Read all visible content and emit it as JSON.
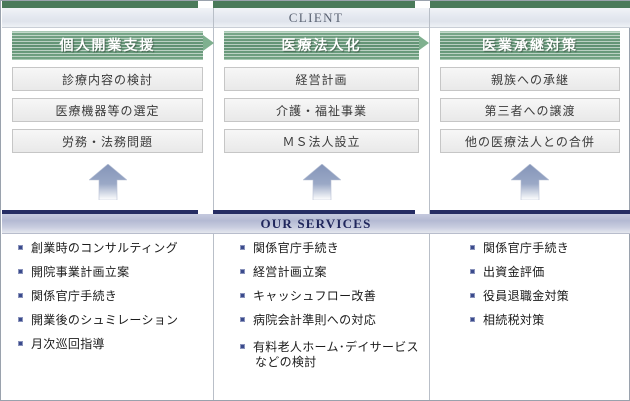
{
  "bands": {
    "client_label": "CLIENT",
    "services_label": "OUR SERVICES"
  },
  "colors": {
    "header_green": "#5f9072",
    "top_bar_green": "#4a7a5a",
    "navy": "#262d63",
    "bullet_navy": "#3a4a8c",
    "arrow_blue": "#7f90b5",
    "box_grey": "#efefef"
  },
  "icons": {
    "chevron_right": "chevron-right-icon",
    "up_arrow": "up-arrow-icon",
    "bullet": "square-bullet-icon"
  },
  "columns": [
    {
      "header": "個人開業支援",
      "items": [
        "診療内容の検討",
        "医療機器等の選定",
        "労務・法務問題"
      ],
      "services": [
        {
          "line1": "創業時のコンサルティング",
          "line2": ""
        },
        {
          "line1": "開院事業計画立案",
          "line2": ""
        },
        {
          "line1": "関係官庁手続き",
          "line2": ""
        },
        {
          "line1": "開業後のシュミレーション",
          "line2": ""
        },
        {
          "line1": "月次巡回指導",
          "line2": ""
        }
      ]
    },
    {
      "header": "医療法人化",
      "items": [
        "経営計画",
        "介護・福祉事業",
        "ＭＳ法人設立"
      ],
      "services": [
        {
          "line1": "関係官庁手続き",
          "line2": ""
        },
        {
          "line1": "経営計画立案",
          "line2": ""
        },
        {
          "line1": "キャッシュフロー改善",
          "line2": ""
        },
        {
          "line1": "病院会計準則への対応",
          "line2": ""
        },
        {
          "line1": "有料老人ホーム･デイサービス",
          "line2": "などの検討"
        }
      ]
    },
    {
      "header": "医業承継対策",
      "items": [
        "親族への承継",
        "第三者への譲渡",
        "他の医療法人との合併"
      ],
      "services": [
        {
          "line1": "関係官庁手続き",
          "line2": ""
        },
        {
          "line1": "出資金評価",
          "line2": ""
        },
        {
          "line1": "役員退職金対策",
          "line2": ""
        },
        {
          "line1": "相続税対策",
          "line2": ""
        }
      ]
    }
  ]
}
